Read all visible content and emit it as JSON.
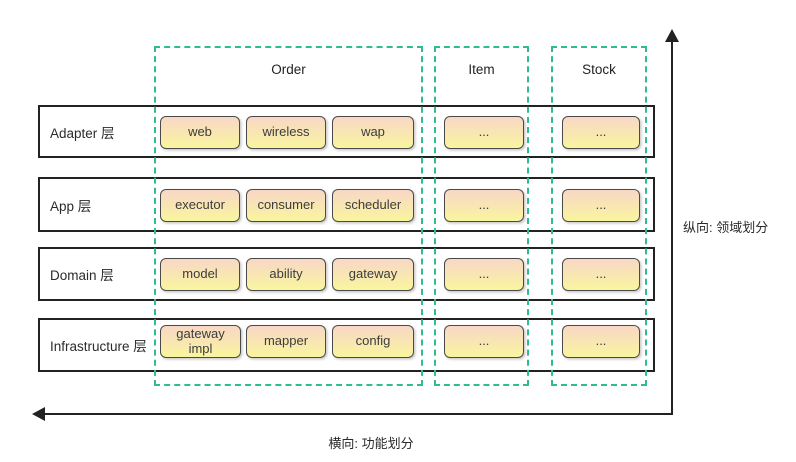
{
  "diagram": {
    "title_none": "",
    "columns": [
      {
        "id": "order",
        "label": "Order"
      },
      {
        "id": "item",
        "label": "Item"
      },
      {
        "id": "stock",
        "label": "Stock"
      }
    ],
    "rows": [
      {
        "id": "adapter",
        "label": "Adapter 层",
        "order_cells": [
          "web",
          "wireless",
          "wap"
        ],
        "item_cell": "...",
        "stock_cell": "..."
      },
      {
        "id": "app",
        "label": "App 层",
        "order_cells": [
          "executor",
          "consumer",
          "scheduler"
        ],
        "item_cell": "...",
        "stock_cell": "..."
      },
      {
        "id": "domain",
        "label": "Domain 层",
        "order_cells": [
          "model",
          "ability",
          "gateway"
        ],
        "item_cell": "...",
        "stock_cell": "..."
      },
      {
        "id": "infrastructure",
        "label": "Infrastructure 层",
        "order_cells": [
          "gateway impl",
          "mapper",
          "config"
        ],
        "item_cell": "...",
        "stock_cell": "..."
      }
    ],
    "axes": {
      "vertical_label": "纵向: 领域划分",
      "horizontal_label": "横向: 功能划分"
    },
    "colors": {
      "dashed_border": "#2ebe8e",
      "cell_top": "#f8d7c6",
      "cell_bottom": "#f9f59e",
      "cell_border": "#4a4a4a",
      "row_border": "#222222",
      "arrow": "#222222",
      "text": "#333333"
    }
  }
}
